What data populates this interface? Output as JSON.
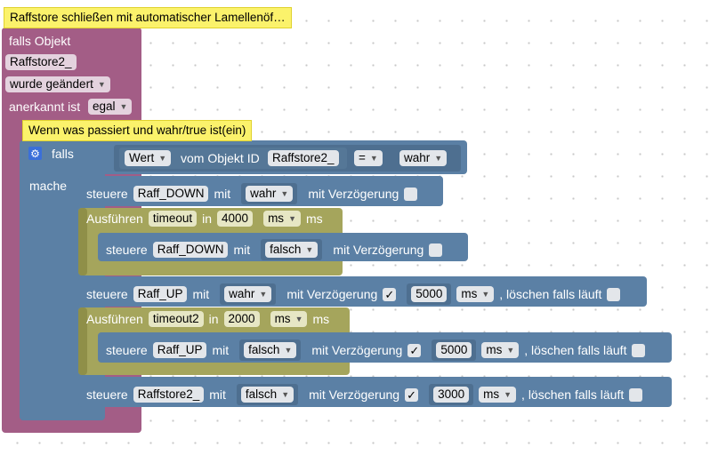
{
  "comment_top": "Raffstore schließen mit automatischer Lamellenöf…",
  "trigger": {
    "label_if": "falls Objekt",
    "object": "Raffstore2_",
    "changed": "wurde geändert",
    "ack_label": "anerkannt ist",
    "ack_value": "egal"
  },
  "comment_inner": "Wenn was passiert und wahr/true ist(ein)",
  "ifblock": {
    "label_if": "falls",
    "label_do": "mache",
    "cond_wert": "Wert",
    "cond_from": "vom Objekt ID",
    "cond_object": "Raffstore2_",
    "cond_op": "=",
    "cond_value": "wahr"
  },
  "actions": {
    "a1": {
      "label": "steuere",
      "target": "Raff_DOWN",
      "with": "mit",
      "value": "wahr",
      "delay_label": "mit Verzögerung"
    },
    "t1": {
      "label": "Ausführen",
      "name": "timeout",
      "in": "in",
      "value": "4000",
      "unit": "ms",
      "unit_label": "ms"
    },
    "a2": {
      "label": "steuere",
      "target": "Raff_DOWN",
      "with": "mit",
      "value": "falsch",
      "delay_label": "mit Verzögerung"
    },
    "a3": {
      "label": "steuere",
      "target": "Raff_UP",
      "with": "mit",
      "value": "wahr",
      "delay_label": "mit Verzögerung",
      "check": "✓",
      "delay": "5000",
      "unit": "ms",
      "clear_label": ", löschen falls läuft"
    },
    "t2": {
      "label": "Ausführen",
      "name": "timeout2",
      "in": "in",
      "value": "2000",
      "unit": "ms",
      "unit_label": "ms"
    },
    "a4": {
      "label": "steuere",
      "target": "Raff_UP",
      "with": "mit",
      "value": "falsch",
      "delay_label": "mit Verzögerung",
      "check": "✓",
      "delay": "5000",
      "unit": "ms",
      "clear_label": ", löschen falls läuft"
    },
    "a5": {
      "label": "steuere",
      "target": "Raffstore2_",
      "with": "mit",
      "value": "falsch",
      "delay_label": "mit Verzögerung",
      "check": "✓",
      "delay": "3000",
      "unit": "ms",
      "clear_label": ", löschen falls läuft"
    }
  },
  "icons": {
    "gear": "gear-icon",
    "dropdown": "dropdown-arrow-icon",
    "check": "checkmark-icon"
  },
  "colors": {
    "trigger": "#a35d86",
    "control": "#5b80a5",
    "timeout": "#a5a55c",
    "comment": "#fbf26b"
  }
}
